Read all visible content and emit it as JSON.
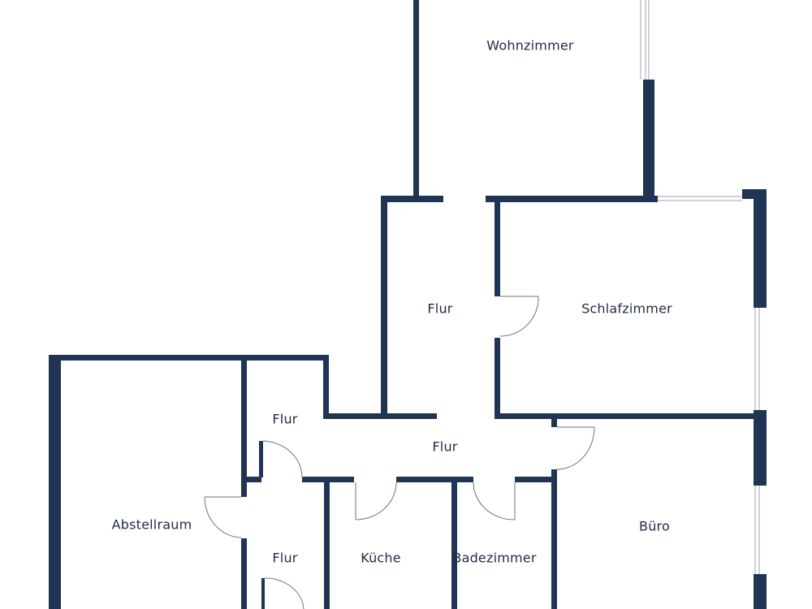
{
  "colors": {
    "wall": "#1f3553",
    "label": "#1f2a44",
    "door": "#6b7280",
    "window": "#9ca3af",
    "background": "#ffffff"
  },
  "rooms": {
    "wohnzimmer": "Wohnzimmer",
    "flur_upper": "Flur",
    "schlafzimmer": "Schlafzimmer",
    "flur_small": "Flur",
    "flur_center": "Flur",
    "abstellraum": "Abstellraum",
    "flur_lower": "Flur",
    "kueche": "Küche",
    "badezimmer": "Badezimmer",
    "buero": "Büro"
  }
}
